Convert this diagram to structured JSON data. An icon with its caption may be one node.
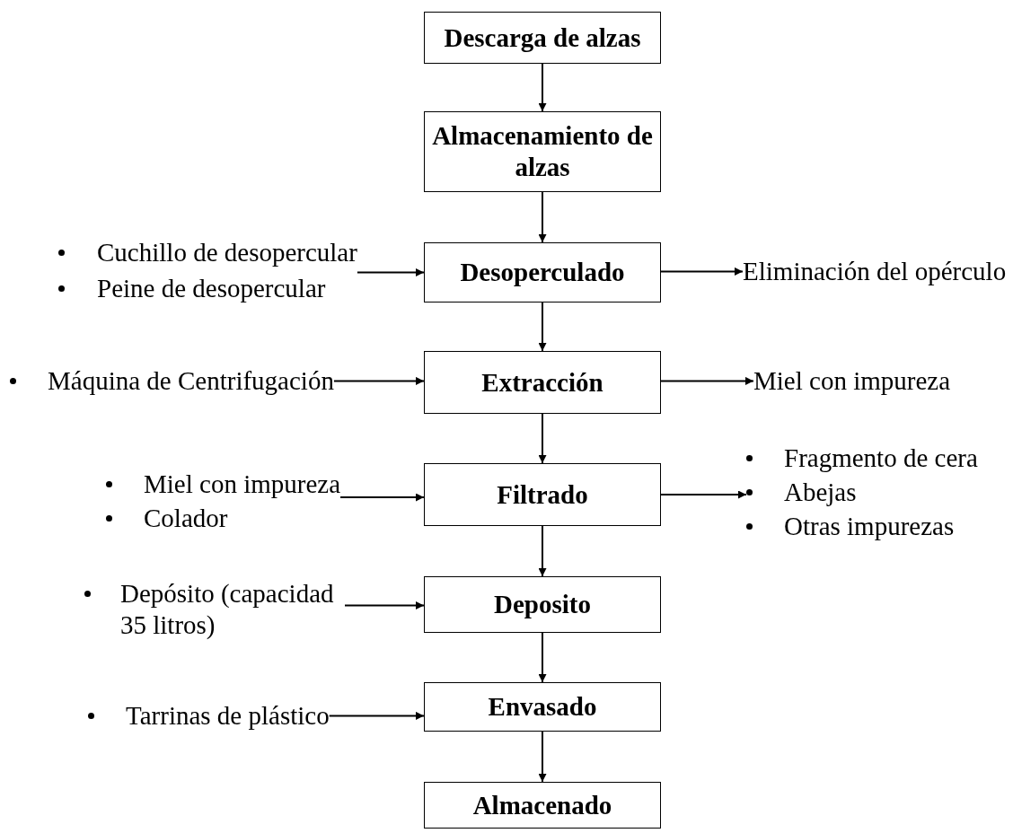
{
  "diagram": {
    "nodes": [
      {
        "text": [
          "Descarga de alzas"
        ]
      },
      {
        "text": [
          "Almacenamiento de alzas"
        ]
      },
      {
        "text": [
          "Desoperculado"
        ]
      },
      {
        "text": [
          "Extracción"
        ]
      },
      {
        "text": [
          "Filtrado"
        ]
      },
      {
        "text": [
          "Deposito"
        ]
      },
      {
        "text": [
          "Envasado"
        ]
      },
      {
        "text": [
          "Almacenado"
        ]
      },
      {
        "text": [
          "Cuchillo de desopercular",
          "Peine de desopercular"
        ]
      },
      {
        "text": [
          "Eliminación del opérculo"
        ]
      },
      {
        "text": [
          "Máquina de Centrifugación"
        ]
      },
      {
        "text": [
          "Miel con impureza"
        ]
      },
      {
        "text": [
          "Miel con impureza",
          "Colador"
        ]
      },
      {
        "text": [
          "Fragmento de cera",
          "Abejas",
          "Otras impurezas"
        ]
      },
      {
        "text": [
          "Depósito (capacidad 35 litros)"
        ]
      },
      {
        "text": [
          "Tarrinas de plástico"
        ]
      }
    ],
    "edges": [
      {
        "from": 0,
        "to": 1,
        "arrow": "to"
      },
      {
        "from": 1,
        "to": 2,
        "arrow": "to"
      },
      {
        "from": 2,
        "to": 3,
        "arrow": "to"
      },
      {
        "from": 3,
        "to": 4,
        "arrow": "to"
      },
      {
        "from": 4,
        "to": 5,
        "arrow": "to"
      },
      {
        "from": 5,
        "to": 6,
        "arrow": "to"
      },
      {
        "from": 6,
        "to": 7,
        "arrow": "to"
      },
      {
        "from": 8,
        "to": 2,
        "arrow": "to"
      },
      {
        "from": 2,
        "to": 9,
        "arrow": "to"
      },
      {
        "from": 10,
        "to": 3,
        "arrow": "to"
      },
      {
        "from": 3,
        "to": 11,
        "arrow": "to"
      },
      {
        "from": 12,
        "to": 4,
        "arrow": "to"
      },
      {
        "from": 4,
        "to": 13,
        "arrow": "to"
      },
      {
        "from": 14,
        "to": 5,
        "arrow": "to"
      },
      {
        "from": 15,
        "to": 6,
        "arrow": "to"
      }
    ]
  }
}
